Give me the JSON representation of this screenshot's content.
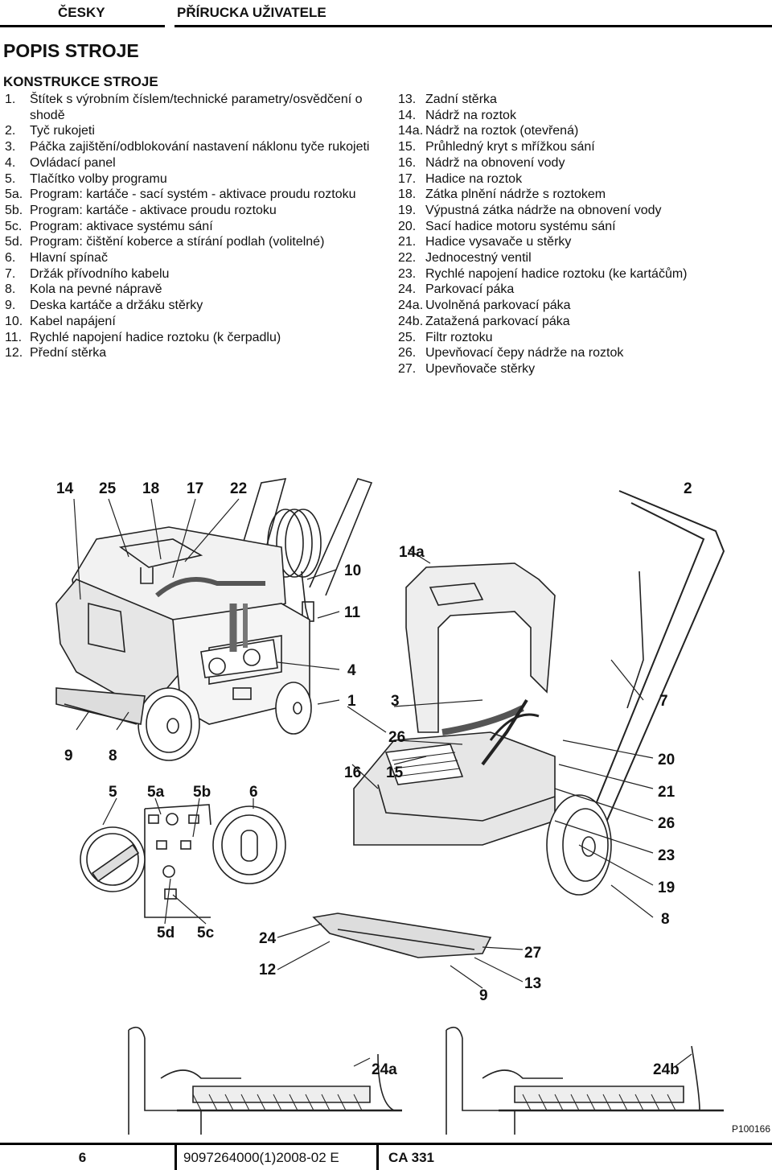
{
  "header": {
    "language": "ČESKY",
    "title": "PŘÍRUCKA UŽIVATELE"
  },
  "section_title": "POPIS STROJE",
  "subsection_title": "KONSTRUKCE STROJE",
  "parts_left": [
    {
      "num": "1.",
      "text": "Štítek s výrobním číslem/technické parametry/osvědčení o shodě"
    },
    {
      "num": "2.",
      "text": "Tyč rukojeti"
    },
    {
      "num": "3.",
      "text": "Páčka zajištění/odblokování nastavení náklonu tyče rukojeti"
    },
    {
      "num": "4.",
      "text": "Ovládací panel"
    },
    {
      "num": "5.",
      "text": "Tlačítko volby programu"
    },
    {
      "num": "5a.",
      "text": "Program: kartáče - sací systém - aktivace proudu roztoku"
    },
    {
      "num": "5b.",
      "text": "Program: kartáče - aktivace proudu roztoku"
    },
    {
      "num": "5c.",
      "text": "Program: aktivace systému sání"
    },
    {
      "num": "5d.",
      "text": "Program: čištění koberce a stírání podlah (volitelné)"
    },
    {
      "num": "6.",
      "text": "Hlavní spínač"
    },
    {
      "num": "7.",
      "text": "Držák přívodního kabelu"
    },
    {
      "num": "8.",
      "text": "Kola na pevné nápravě"
    },
    {
      "num": "9.",
      "text": "Deska kartáče a držáku stěrky"
    },
    {
      "num": "10.",
      "text": "Kabel napájení"
    },
    {
      "num": "11.",
      "text": "Rychlé napojení hadice roztoku (k čerpadlu)"
    },
    {
      "num": "12.",
      "text": "Přední stěrka"
    }
  ],
  "parts_right": [
    {
      "num": "13.",
      "text": "Zadní stěrka"
    },
    {
      "num": "14.",
      "text": "Nádrž na roztok"
    },
    {
      "num": "14a.",
      "text": "Nádrž na roztok (otevřená)"
    },
    {
      "num": "15.",
      "text": "Průhledný kryt s mřížkou sání"
    },
    {
      "num": "16.",
      "text": "Nádrž na obnovení vody"
    },
    {
      "num": "17.",
      "text": "Hadice na roztok"
    },
    {
      "num": "18.",
      "text": "Zátka plnění nádrže s roztokem"
    },
    {
      "num": "19.",
      "text": "Výpustná zátka nádrže na obnovení vody"
    },
    {
      "num": "20.",
      "text": "Sací hadice motoru systému sání"
    },
    {
      "num": "21.",
      "text": "Hadice vysavače u stěrky"
    },
    {
      "num": "22.",
      "text": "Jednocestný ventil"
    },
    {
      "num": "23.",
      "text": "Rychlé napojení hadice roztoku (ke kartáčům)"
    },
    {
      "num": "24.",
      "text": "Parkovací páka"
    },
    {
      "num": "24a.",
      "text": "Uvolněná parkovací páka"
    },
    {
      "num": "24b.",
      "text": "Zatažená parkovací páka"
    },
    {
      "num": "25.",
      "text": "Filtr roztoku"
    },
    {
      "num": "26.",
      "text": "Upevňovací čepy nádrže na roztok"
    },
    {
      "num": "27.",
      "text": "Upevňovače stěrky"
    }
  ],
  "figure_callouts": {
    "c14": "14",
    "c25": "25",
    "c18": "18",
    "c17": "17",
    "c22": "22",
    "c2": "2",
    "c10": "10",
    "c14a": "14a",
    "c11": "11",
    "c4": "4",
    "c1": "1",
    "c3": "3",
    "c7": "7",
    "c9a": "9",
    "c8a": "8",
    "c26a": "26",
    "c20": "20",
    "c16": "16",
    "c15": "15",
    "c5": "5",
    "c5a": "5a",
    "c5b": "5b",
    "c6": "6",
    "c21": "21",
    "c26b": "26",
    "c23": "23",
    "c19": "19",
    "c8b": "8",
    "c5d": "5d",
    "c5c": "5c",
    "c24": "24",
    "c27": "27",
    "c12": "12",
    "c13": "13",
    "c9b": "9",
    "c24a": "24a",
    "c24b": "24b"
  },
  "figure_ref": "P100166",
  "footer": {
    "page": "6",
    "code": "9097264000(1)2008-02 E",
    "model": "CA 331"
  }
}
